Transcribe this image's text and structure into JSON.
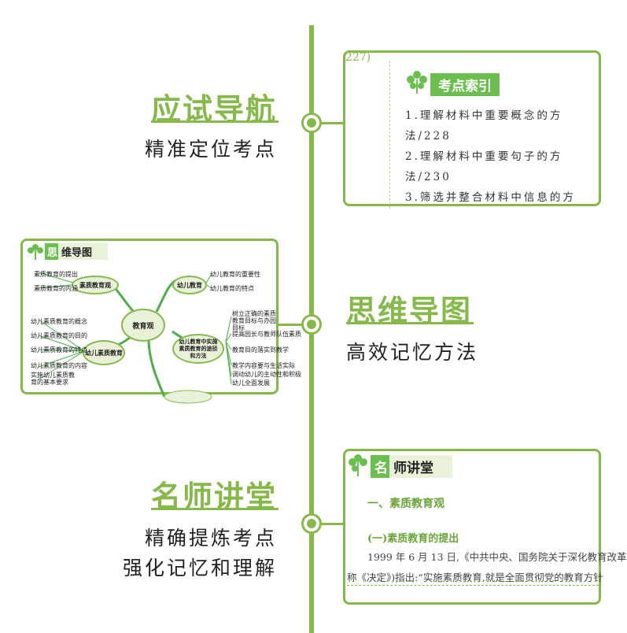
{
  "sections": [
    {
      "title": "应试导航",
      "subtitles": [
        "精准定位考点"
      ]
    },
    {
      "title": "思维导图",
      "subtitles": [
        "高效记忆方法"
      ]
    },
    {
      "title": "名师讲堂",
      "subtitles": [
        "精确提炼考点",
        "强化记忆和理解"
      ]
    }
  ],
  "card_index": {
    "corner_text": "227)",
    "tag": "考点索引",
    "lines": [
      "1.理解材料中重要概念的方",
      "法/228",
      "2.理解材料中重要句子的方",
      "法/230",
      "3.筛选并整合材料中信息的方"
    ]
  },
  "card_mindmap": {
    "tag_char": "思",
    "tag_rest": "维导图",
    "center": "教育观",
    "nodes": [
      "素质教育观",
      "幼儿教育",
      "幼儿素质教育",
      "幼儿教育中实施素质教育的途径和方法"
    ],
    "left_top": [
      "素质教育的提出",
      "素质教育的内涵"
    ],
    "right_top": [
      "幼儿教育的重要性",
      "幼儿教育的特点"
    ],
    "left_bottom": [
      "幼儿素质教育的概念",
      "幼儿素质教育的目的",
      "幼儿素质教育的特点",
      "幼儿素质教育的内容",
      "实施幼儿素质教育的基本要求"
    ],
    "right_bottom": [
      "树立正确的素质教育目标与办园目标",
      "提高园长与教师队伍素质",
      "教育目的落实到教学",
      "教学内容要与生活实际",
      "调动幼儿的主动性和积极",
      "幼儿全面发展"
    ]
  },
  "card_lecture": {
    "tag_char": "名",
    "tag_rest": "师讲堂",
    "heading1": "一、素质教育观",
    "heading2": "(一)素质教育的提出",
    "para1": "1999 年 6 月 13 日,《中共中央、国务院关于深化教育改革",
    "para2": "称《决定》)指出:“实施素质教育,就是全面贯彻党的教育方针"
  },
  "colors": {
    "accent": "#86b94a",
    "tag": "#6bbf4f",
    "text": "#222222"
  }
}
